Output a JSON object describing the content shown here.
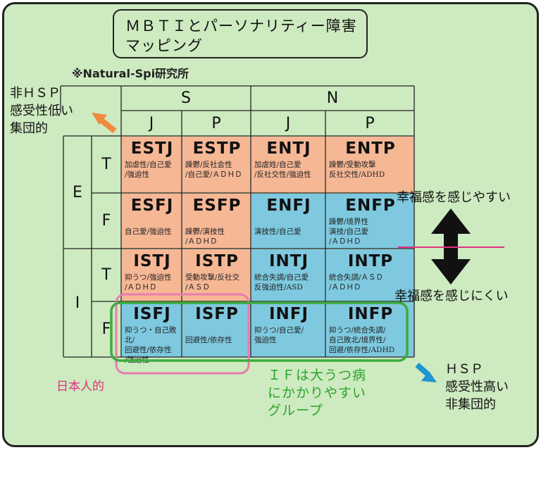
{
  "colors": {
    "background": "#cdeac0",
    "sp": "#f6b795",
    "nt": "#7ec9df",
    "pink": "#e0317e",
    "green": "#3faa3f",
    "orange_arrow": "#f08a3c",
    "blue_arrow": "#1f95cf"
  },
  "title": {
    "line1": "ＭＢＴＩとパーソナリティー障害",
    "line2": "マッピング"
  },
  "credit": "※Natural-Spi研究所",
  "labels": {
    "top_left": {
      "line1": "非ＨＳＰ",
      "line2": "感受性低い",
      "line3": "集団的"
    },
    "bottom_right": {
      "line1": "ＨＳＰ",
      "line2": "感受性高い",
      "line3": "非集団的"
    },
    "happy_easy": "幸福感を感じやすい",
    "happy_hard": "幸福感を感じにくい",
    "japanese": "日本人的",
    "if_group": {
      "line1": "ＩＦは大うつ病",
      "line2": "にかかりやすい",
      "line3": "グループ"
    }
  },
  "headers": {
    "S": "S",
    "N": "N",
    "J1": "J",
    "P1": "P",
    "J2": "J",
    "P2": "P",
    "E": "E",
    "I": "I",
    "T1": "T",
    "F1": "F",
    "T2": "T",
    "F2": "F"
  },
  "cells": [
    {
      "code": "ESTJ",
      "traits": [
        "加虐性/自己愛",
        "/強迫性"
      ],
      "color": "sp"
    },
    {
      "code": "ESTP",
      "traits": [
        "躁鬱/反社会性",
        "/自己愛/ＡＤＨＤ"
      ],
      "color": "sp"
    },
    {
      "code": "ENTJ",
      "traits": [
        "加虐姓/自己愛",
        "/反社交性/強迫性"
      ],
      "color": "sp"
    },
    {
      "code": "ENTP",
      "traits": [
        "躁鬱/受動攻撃",
        "反社交性/ADHD"
      ],
      "color": "sp"
    },
    {
      "code": "ESFJ",
      "traits": [
        "",
        "自己愛/強迫性"
      ],
      "color": "sp"
    },
    {
      "code": "ESFP",
      "traits": [
        "",
        "躁鬱/演技性",
        "/ＡＤＨＤ"
      ],
      "color": "sp"
    },
    {
      "code": "ENFJ",
      "traits": [
        "",
        "演技性/自己愛"
      ],
      "color": "nt"
    },
    {
      "code": "ENFP",
      "traits": [
        "躁鬱/境界性",
        "演技/自己愛",
        "/ＡＤＨＤ"
      ],
      "color": "nt"
    },
    {
      "code": "ISTJ",
      "traits": [
        "抑うつ/強迫性",
        "/ＡＤＨＤ"
      ],
      "color": "sp"
    },
    {
      "code": "ISTP",
      "traits": [
        "受動攻撃/反社交",
        "/ＡＳＤ"
      ],
      "color": "sp"
    },
    {
      "code": "INTJ",
      "traits": [
        "統合失調/自己愛",
        "反強迫性/ASD"
      ],
      "color": "nt"
    },
    {
      "code": "INTP",
      "traits": [
        "統合失調/ＡＳＤ",
        "/ＡＤＨＤ"
      ],
      "color": "nt"
    },
    {
      "code": "ISFJ",
      "traits": [
        "抑うつ・自己敗北/",
        "回避性/依存性",
        "/強迫性"
      ],
      "color": "nt"
    },
    {
      "code": "ISFP",
      "traits": [
        "",
        "回避性/依存性"
      ],
      "color": "nt"
    },
    {
      "code": "INFJ",
      "traits": [
        "抑うつ/自己愛/",
        "強迫性"
      ],
      "color": "nt"
    },
    {
      "code": "INFP",
      "traits": [
        "抑うつ/統合失調/",
        "自己敗北/境界性/",
        "回避/依存性/ADHD"
      ],
      "color": "nt"
    }
  ]
}
